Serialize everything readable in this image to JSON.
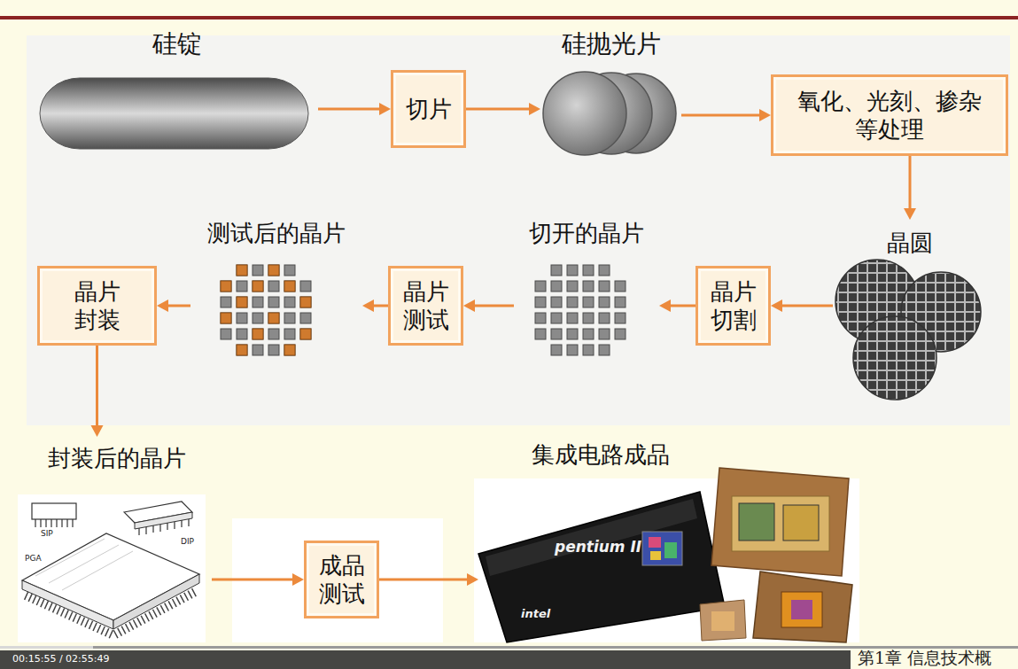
{
  "diagram": {
    "nodes": [
      {
        "text": [
          "硅锭"
        ]
      },
      {
        "text": [
          "切片"
        ]
      },
      {
        "text": [
          "硅抛光片"
        ]
      },
      {
        "text": [
          "氧化、光刻、掺杂 等处理"
        ]
      },
      {
        "text": [
          "晶圆"
        ]
      },
      {
        "text": [
          "晶片 切割"
        ]
      },
      {
        "text": [
          "切开的晶片"
        ]
      },
      {
        "text": [
          "晶片 测试"
        ]
      },
      {
        "text": [
          "测试后的晶片"
        ]
      },
      {
        "text": [
          "晶片 封装"
        ]
      },
      {
        "text": [
          "封装后的晶片"
        ]
      },
      {
        "text": [
          "成品 测试"
        ]
      },
      {
        "text": [
          "集成电路成品"
        ]
      }
    ],
    "edges": [
      {
        "from": 0,
        "to": 1,
        "arrow": "to"
      },
      {
        "from": 1,
        "to": 2,
        "arrow": "to"
      },
      {
        "from": 2,
        "to": 3,
        "arrow": "to"
      },
      {
        "from": 3,
        "to": 4,
        "arrow": "to"
      },
      {
        "from": 4,
        "to": 5,
        "arrow": "to"
      },
      {
        "from": 5,
        "to": 6,
        "arrow": "to"
      },
      {
        "from": 6,
        "to": 7,
        "arrow": "to"
      },
      {
        "from": 7,
        "to": 8,
        "arrow": "to"
      },
      {
        "from": 8,
        "to": 9,
        "arrow": "to"
      },
      {
        "from": 9,
        "to": 10,
        "arrow": "to"
      },
      {
        "from": 10,
        "to": 11,
        "arrow": "to"
      },
      {
        "from": 11,
        "to": 12,
        "arrow": "to"
      }
    ],
    "labels": [
      "SIP",
      "DIP",
      "PGA",
      "pentium II",
      "intel",
      "00:15:55 / 02:55:49",
      "第1章 信息技术概"
    ]
  }
}
